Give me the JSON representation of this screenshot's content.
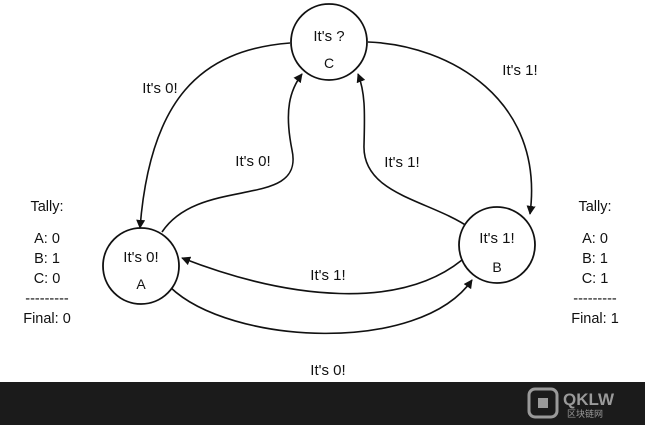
{
  "nodes": {
    "c": {
      "title": "It's ?",
      "sub": "C"
    },
    "a": {
      "title": "It's 0!",
      "sub": "A"
    },
    "b": {
      "title": "It's 1!",
      "sub": "B"
    }
  },
  "edges": {
    "c_to_a": "It's 0!",
    "a_to_c": "It's 0!",
    "c_to_b": "It's 1!",
    "b_to_c": "It's 1!",
    "b_to_a": "It's 1!",
    "a_to_b": "It's 0!"
  },
  "tally_left": {
    "heading": "Tally:",
    "line_a": "A: 0",
    "line_b": "B: 1",
    "line_c": "C: 0",
    "rule": "---------",
    "final": "Final: 0"
  },
  "tally_right": {
    "heading": "Tally:",
    "line_a": "A: 0",
    "line_b": "B: 1",
    "line_c": "C: 1",
    "rule": "---------",
    "final": "Final: 1"
  },
  "watermark": {
    "logo_text": "QKLW",
    "logo_sub": "区块链网"
  },
  "colors": {
    "line": "#111111",
    "footer": "#1b1b1b",
    "watermark": "#9a9a9a"
  }
}
